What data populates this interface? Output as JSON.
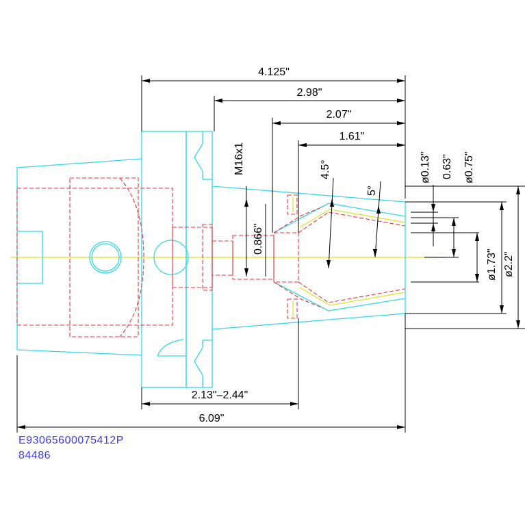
{
  "dimensions": {
    "overall_flange": "4.125\"",
    "body_length": "2.98\"",
    "collet_seat": "2.07\"",
    "collet_depth": "1.61\"",
    "thread": "M16x1",
    "taper_angle_a": "4.5°",
    "taper_angle_b": "5°",
    "bore_small": "0.866\"",
    "dia_013": "ø0.13\"",
    "dia_063": "0.63\"",
    "dia_075": "ø0.75\"",
    "dia_173": "ø1.73\"",
    "dia_22": "ø2.2\"",
    "adjust_range": "2.13\"–2.44\"",
    "overall_length": "6.09\""
  },
  "part": {
    "number": "E93065600075412P",
    "code": "84486"
  },
  "colors": {
    "outline": "#33d6e8",
    "hidden": "#e8343a",
    "centerline": "#e0e020",
    "dimension": "#000000",
    "part_text": "#3a3ae8"
  }
}
